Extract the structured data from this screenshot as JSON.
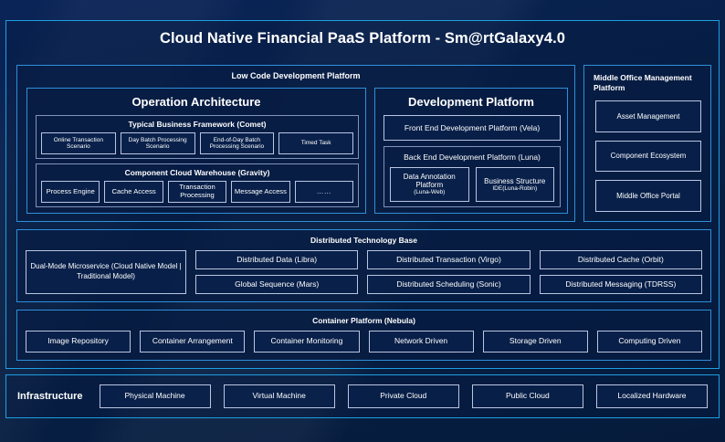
{
  "title": "Cloud Native Financial PaaS Platform - Sm@rtGalaxy4.0",
  "colors": {
    "background": "#072046",
    "frame_border": "#1e9ee0",
    "panel_border": "#2e8fd8",
    "chip_border": "#b9c6e2",
    "text": "#ffffff"
  },
  "low_code": {
    "title": "Low Code Development Platform",
    "operation": {
      "title": "Operation Architecture",
      "comet": {
        "title": "Typical Business Framework (Comet)",
        "items": [
          "Online Transaction Scenario",
          "Day Batch Processing Scenario",
          "End-of-Day Batch Processing Scenario",
          "Timed Task"
        ]
      },
      "gravity": {
        "title": "Component Cloud Warehouse (Gravity)",
        "items": [
          "Process Engine",
          "Cache Access",
          "Transaction Processing",
          "Message Access",
          "……"
        ]
      }
    },
    "development": {
      "title": "Development Platform",
      "front_end": "Front End Development Platform (Vela)",
      "back_end": {
        "title": "Back End Development Platform (Luna)",
        "items": [
          {
            "main": "Data Annotation Platform",
            "sub": "(Luna-Web)"
          },
          {
            "main": "Business Structure",
            "sub": "IDE(Luna-Robin)"
          }
        ]
      }
    }
  },
  "middle_office": {
    "title": "Middle Office Management Platform",
    "items": [
      "Asset Management",
      "Component Ecosystem",
      "Middle Office Portal"
    ]
  },
  "distributed_technology_base": {
    "title": "Distributed Technology Base",
    "highlight": "Dual-Mode Microservice (Cloud Native Model | Traditional Model)",
    "columns": [
      [
        "Distributed Data (Libra)",
        "Global Sequence (Mars)"
      ],
      [
        "Distributed Transaction (Virgo)",
        "Distributed Scheduling (Sonic)"
      ],
      [
        "Distributed Cache (Orbit)",
        "Distributed Messaging (TDRSS)"
      ]
    ]
  },
  "container_platform": {
    "title": "Container Platform (Nebula)",
    "items": [
      "Image Repository",
      "Container Arrangement",
      "Container Monitoring",
      "Network Driven",
      "Storage Driven",
      "Computing Driven"
    ]
  },
  "infrastructure": {
    "label": "Infrastructure",
    "items": [
      "Physical Machine",
      "Virtual Machine",
      "Private Cloud",
      "Public Cloud",
      "Localized Hardware"
    ]
  }
}
